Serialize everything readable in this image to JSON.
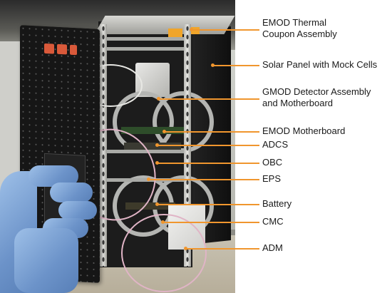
{
  "labels": [
    {
      "id": "emod-thermal",
      "lines": [
        "EMOD Thermal",
        "Coupon Assembly"
      ]
    },
    {
      "id": "solar-panel",
      "lines": [
        "Solar Panel with Mock Cells"
      ]
    },
    {
      "id": "gmod",
      "lines": [
        "GMOD Detector Assembly",
        "and Motherboard"
      ]
    },
    {
      "id": "emod-mb",
      "lines": [
        "EMOD Motherboard"
      ]
    },
    {
      "id": "adcs",
      "lines": [
        "ADCS"
      ]
    },
    {
      "id": "obc",
      "lines": [
        "OBC"
      ]
    },
    {
      "id": "eps",
      "lines": [
        "EPS"
      ]
    },
    {
      "id": "battery",
      "lines": [
        "Battery"
      ]
    },
    {
      "id": "cmc",
      "lines": [
        "CMC"
      ]
    },
    {
      "id": "adm",
      "lines": [
        "ADM"
      ]
    }
  ],
  "colors": {
    "leader": "#f0962e",
    "tape": "#f0a52a",
    "glove": "#6c93c9"
  }
}
